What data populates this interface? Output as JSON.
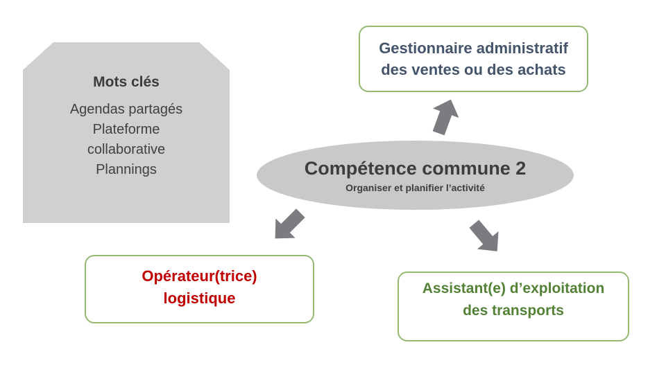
{
  "diagram": {
    "keyword_box": {
      "title": "Mots clés",
      "lines": [
        "Agendas partagés",
        "Plateforme",
        "collaborative",
        "Plannings"
      ]
    },
    "center": {
      "title": "Compétence commune 2",
      "subtitle": "Organiser et planifier l’activité"
    },
    "jobs": {
      "gestionnaire": {
        "line1": "Gestionnaire administratif",
        "line2": "des ventes ou des achats"
      },
      "operateur": {
        "line1": "Opérateur(trice)",
        "line2": "logistique"
      },
      "assistant": {
        "line1": "Assistant(e) d’exploitation",
        "line2": "des transports"
      }
    },
    "icons": {
      "arrow_up": "block-arrow-up",
      "arrow_down_left": "block-arrow-down-left",
      "arrow_down_right": "block-arrow-down-right"
    },
    "colors": {
      "node_border_green": "#94b973",
      "text_slate": "#44546a",
      "text_red": "#c00000",
      "text_green": "#538135",
      "keywords_gray_fill": "#d1cfcf",
      "ellipse_gray_fill": "#c9c9c9",
      "arrow_gray": "#7a7c7f",
      "text_dark": "#3d3d3d",
      "background": "#ffffff"
    }
  }
}
